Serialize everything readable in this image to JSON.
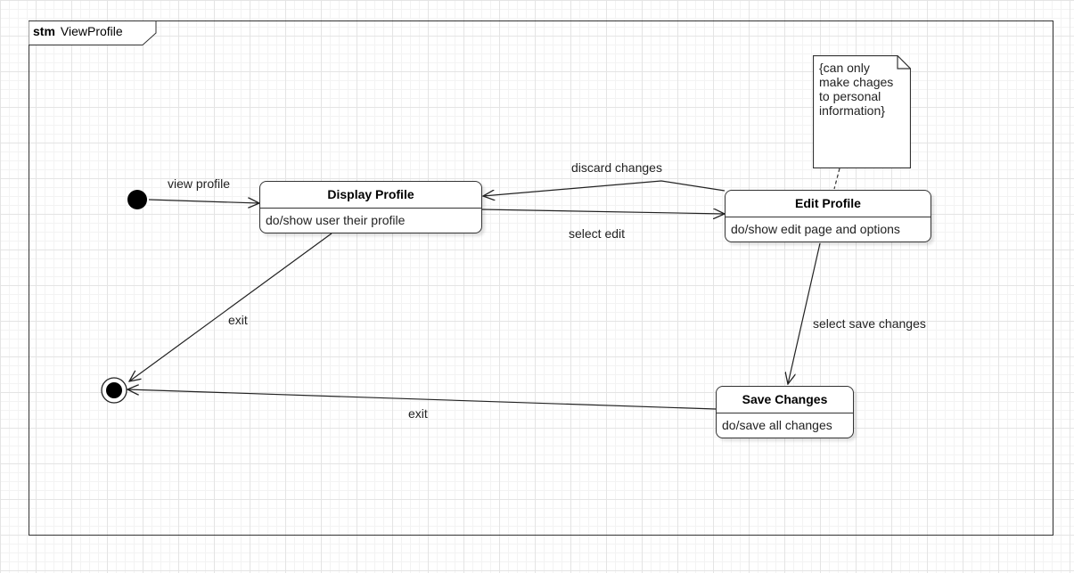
{
  "frame": {
    "keyword": "stm",
    "name": "ViewProfile"
  },
  "states": {
    "display_profile": {
      "title": "Display Profile",
      "activity": "do/show user their profile"
    },
    "edit_profile": {
      "title": "Edit Profile",
      "activity": "do/show edit page and options"
    },
    "save_changes": {
      "title": "Save Changes",
      "activity": "do/save all changes"
    }
  },
  "transitions": {
    "view_profile": "view profile",
    "discard_changes": "discard changes",
    "select_edit": "select edit",
    "select_save_changes": "select save changes",
    "exit_display": "exit",
    "exit_save": "exit"
  },
  "note": {
    "text": "{can only\nmake chages\nto personal\ninformation}"
  }
}
